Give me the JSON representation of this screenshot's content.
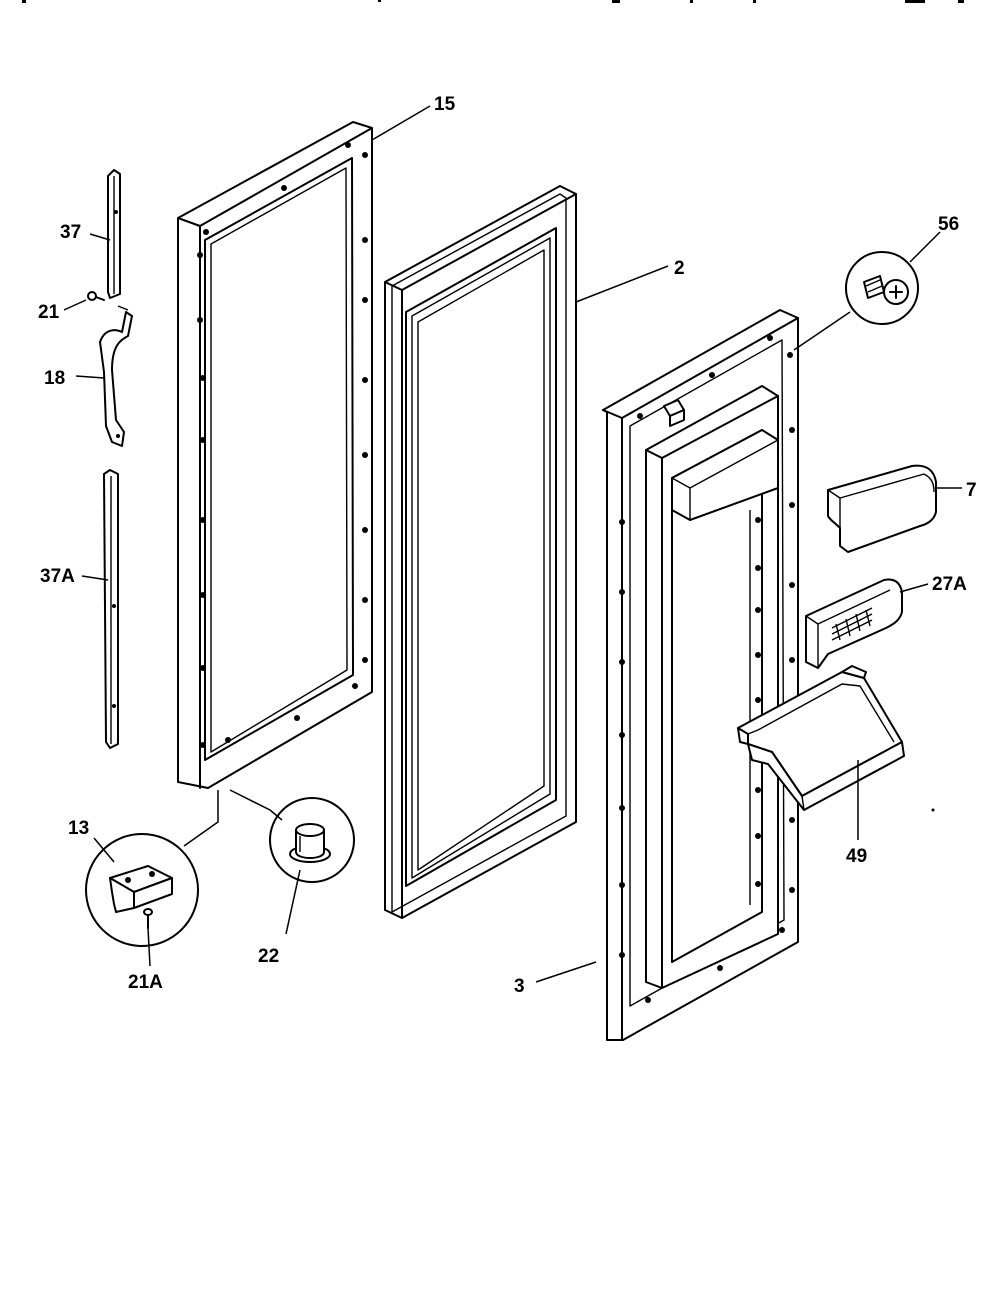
{
  "diagram": {
    "parts": {
      "p15": "15",
      "p2": "2",
      "p56": "56",
      "p37": "37",
      "p21": "21",
      "p18": "18",
      "p7": "7",
      "p27a": "27A",
      "p37a": "37A",
      "p49": "49",
      "p13": "13",
      "p22": "22",
      "p21a": "21A",
      "p3": "3"
    }
  }
}
